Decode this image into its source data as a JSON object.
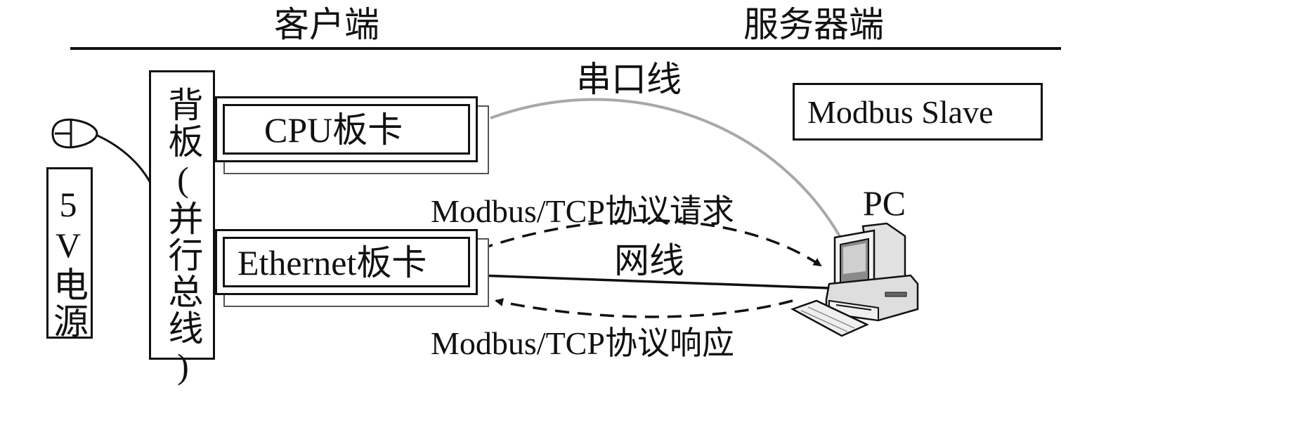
{
  "header": {
    "client_label": "客户端",
    "server_label": "服务器端"
  },
  "client": {
    "power_supply": "5V电源",
    "backplane": "背板(并行总线)",
    "cpu_card": "CPU板卡",
    "ethernet_card": "Ethernet板卡"
  },
  "server": {
    "modbus_slave": "Modbus Slave",
    "pc_label": "PC"
  },
  "links": {
    "serial_cable": "串口线",
    "network_cable": "网线",
    "tcp_request": "Modbus/TCP协议请求",
    "tcp_response": "Modbus/TCP协议响应"
  },
  "colors": {
    "line": "#111111",
    "serial_cable": "#a8a8a8",
    "card_shadow": "#555555"
  },
  "icons": [
    "power-plug-icon",
    "pc-computer-icon"
  ]
}
